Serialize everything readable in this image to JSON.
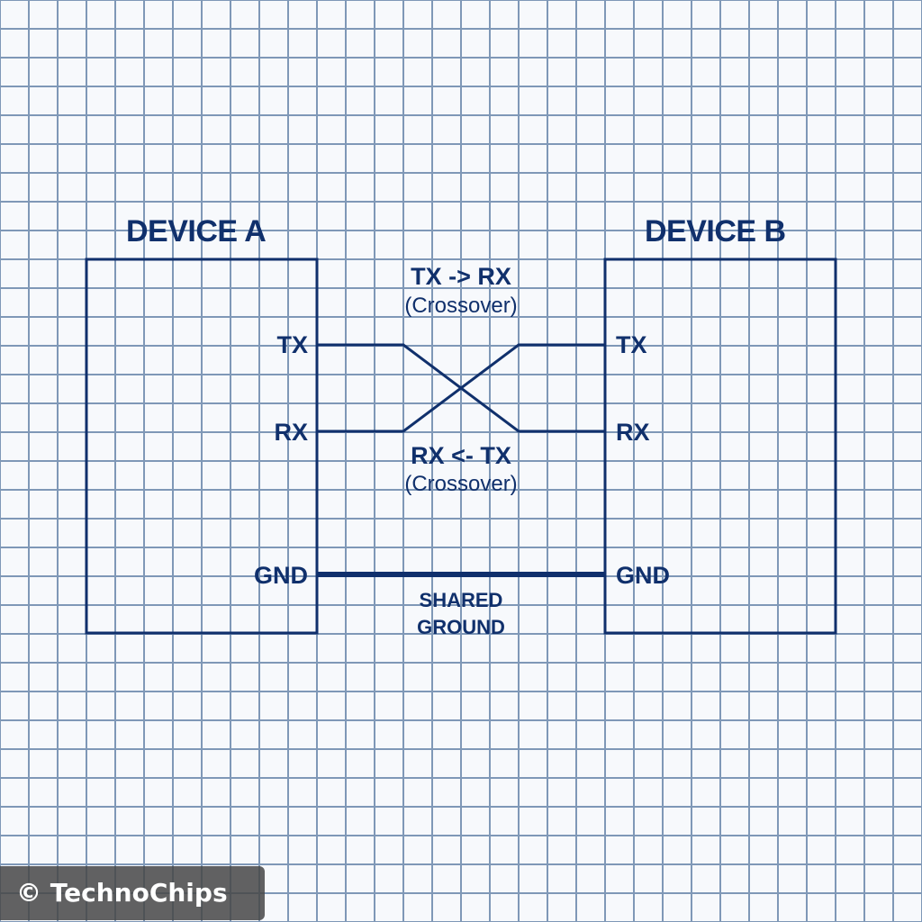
{
  "diagram": {
    "device_a": {
      "title": "DEVICE A",
      "pins": [
        "TX",
        "RX",
        "GND"
      ]
    },
    "device_b": {
      "title": "DEVICE B",
      "pins": [
        "TX",
        "RX",
        "GND"
      ]
    },
    "connections": {
      "tx_to_rx": {
        "label": "TX -> RX",
        "note": "(Crossover)"
      },
      "rx_from_tx": {
        "label": "RX <- TX",
        "note": "(Crossover)"
      },
      "ground": {
        "line1": "SHARED",
        "line2": "GROUND"
      }
    }
  },
  "colors": {
    "ink": "#10306c",
    "grid": "#7f98b7",
    "paper": "#f7f9fc"
  },
  "watermark": {
    "symbol": "©",
    "text": "TechnoChips"
  }
}
